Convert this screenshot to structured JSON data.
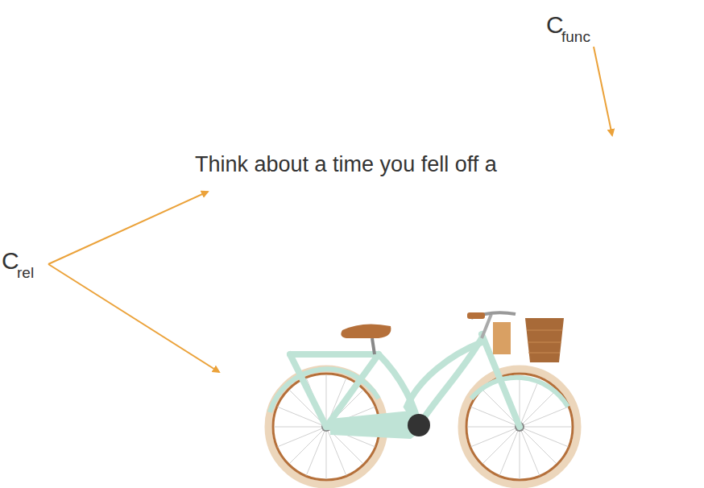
{
  "diagram": {
    "labels": [
      "C",
      "func",
      "Think about a time you fell off a",
      "C",
      "rel"
    ]
  }
}
